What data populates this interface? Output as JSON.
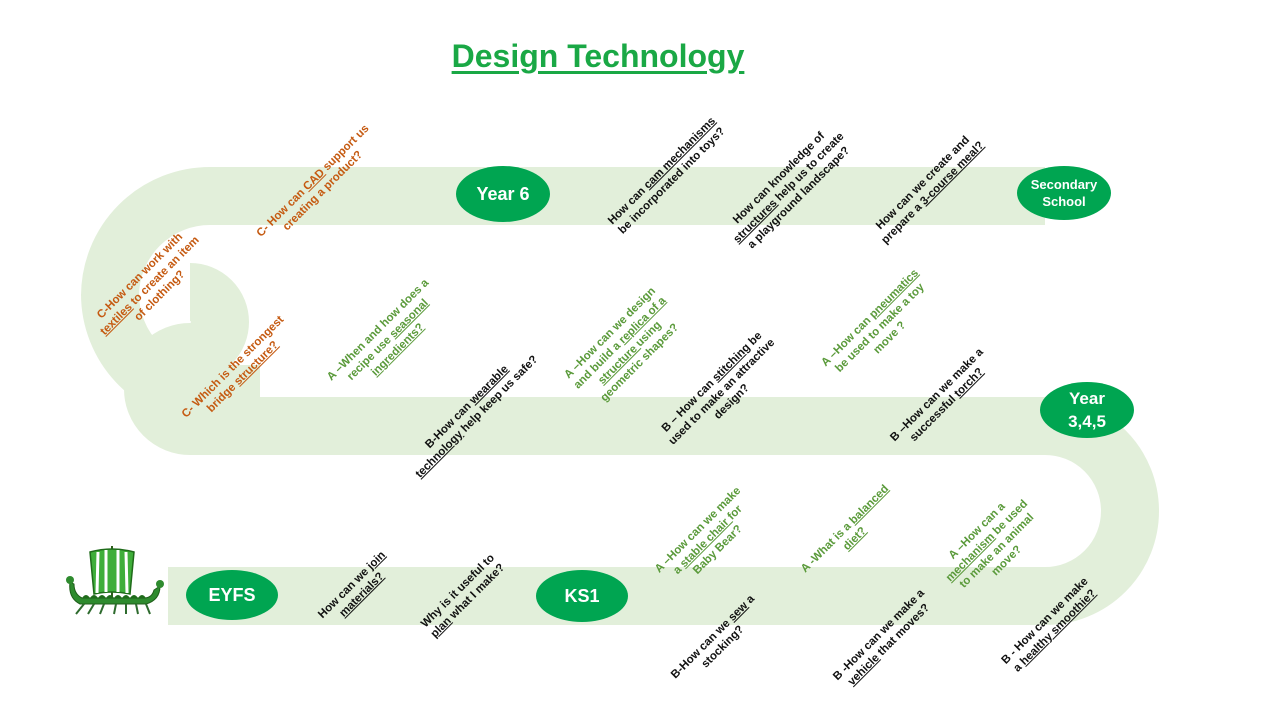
{
  "title": "Design Technology",
  "colors": {
    "road": "#e2efda",
    "stage": "#00a551",
    "title": "#1aa845",
    "A": "#5a9a3a",
    "B": "#111111",
    "C": "#c55a11"
  },
  "icons": {
    "ship": "viking-longship-icon"
  },
  "stages": {
    "eyfs": "EYFS",
    "ks1": "KS1",
    "y345_line1": "Year",
    "y345_line2": "3,4,5",
    "y6": "Year 6",
    "secondary_line1": "Secondary",
    "secondary_line2": "School"
  },
  "questions": {
    "q_join_materials": [
      "How can we ",
      "join",
      " ",
      "materials?"
    ],
    "q_plan": [
      "Why is it useful to",
      "plan",
      " what I make?"
    ],
    "q_sew_stocking": [
      "B-How can we ",
      "sew",
      " a",
      "stocking?"
    ],
    "q_stable_chair": [
      "A –How can we make",
      "a ",
      "stable chair ",
      " for",
      "Baby Bear?"
    ],
    "q_vehicle": [
      "B -How can we make a",
      "vehicle",
      " that moves?"
    ],
    "q_balanced_diet": [
      "A -What is a ",
      "balanced",
      "diet?"
    ],
    "q_healthy_smoothie": [
      "B - How can we make",
      "a ",
      "healthy smoothie?"
    ],
    "q_mechanism_animal": [
      "A –How can a",
      "mechanism",
      " be used",
      "to make an animal",
      "move?"
    ],
    "q_torch": [
      "B –How can we make a",
      "successful ",
      "torch?"
    ],
    "q_pneumatics": [
      "A –How can ",
      "pneumatics",
      "be used to make a toy",
      "move ?"
    ],
    "q_stitching": [
      "B – How can ",
      "stitching",
      " be",
      "used to make an attractive",
      "design?"
    ],
    "q_replica": [
      "A –How can we design",
      "and build a ",
      "replica of a",
      "structure ",
      "using",
      "geometric shapes?"
    ],
    "q_wearable": [
      "B-How can ",
      "wearable",
      "technology",
      " help keep us safe?"
    ],
    "q_seasonal": [
      "A –When and how does a",
      "recipe use ",
      "seasonal",
      "ingredients?"
    ],
    "q_bridge": [
      "C- Which is the strongest",
      "bridge ",
      "structure?"
    ],
    "q_textiles": [
      "C-How can work with",
      "textiles",
      " to create an item",
      "of clothing?"
    ],
    "q_cad": [
      "C- How can ",
      "CAD",
      " support us",
      "creating a product?"
    ],
    "q_cam_mechanisms": [
      "How can ",
      "cam mechanisms",
      "be incorporated into toys?"
    ],
    "q_structures": [
      "How can knowledge of",
      "structures",
      " help us to create",
      "a playground landscape?"
    ],
    "q_three_course": [
      "How can we create and",
      "prepare a ",
      "3-course meal?"
    ]
  }
}
